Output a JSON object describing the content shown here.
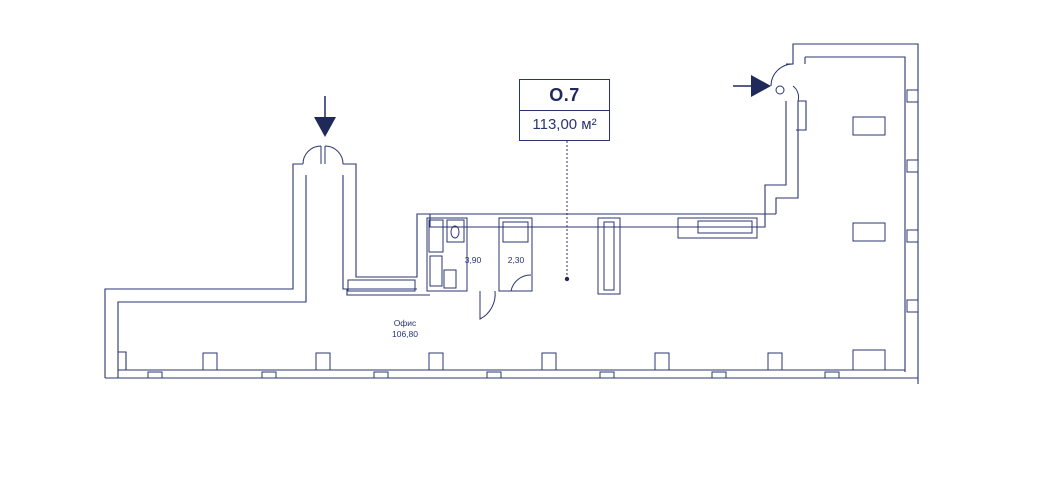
{
  "unit": {
    "id": "О.7",
    "area": "113,00 м²"
  },
  "rooms": {
    "office_name": "Офис",
    "office_area": "106,80",
    "wc1_area": "3,90",
    "wc2_area": "2,30"
  },
  "colors": {
    "wall": "#2a3470",
    "arrow": "#1f2a5a",
    "background": "#ffffff"
  },
  "icons": {
    "entrance_left": "arrow-down-icon",
    "entrance_right": "arrow-right-icon"
  }
}
